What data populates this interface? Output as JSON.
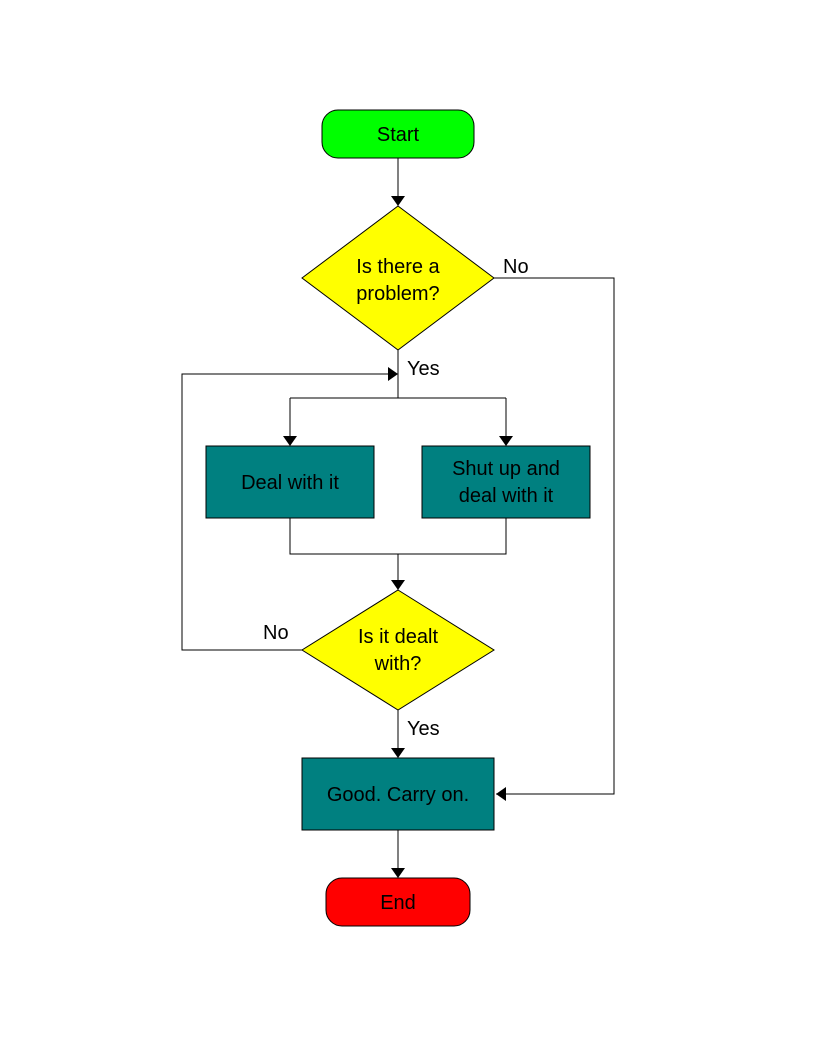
{
  "diagram": {
    "type": "flowchart",
    "nodes": {
      "start": {
        "text": [
          "Start"
        ],
        "shape": "rounded-rectangle",
        "color": "#00ff00"
      },
      "problem": {
        "text": [
          "Is there a",
          "problem?"
        ],
        "shape": "diamond",
        "color": "#ffff00"
      },
      "deal": {
        "text": [
          "Deal with it"
        ],
        "shape": "rectangle",
        "color": "#008080"
      },
      "shut": {
        "text": [
          "Shut up and",
          "deal with it"
        ],
        "shape": "rectangle",
        "color": "#008080"
      },
      "dealt": {
        "text": [
          "Is it dealt",
          "with?"
        ],
        "shape": "diamond",
        "color": "#ffff00"
      },
      "good": {
        "text": [
          "Good. Carry on."
        ],
        "shape": "rectangle",
        "color": "#008080"
      },
      "end": {
        "text": [
          "End"
        ],
        "shape": "rounded-rectangle",
        "color": "#ff0000"
      }
    },
    "edges": [
      {
        "from": "start",
        "to": "problem",
        "label": ""
      },
      {
        "from": "problem",
        "to": "deal",
        "label": "Yes"
      },
      {
        "from": "problem",
        "to": "shut",
        "label": ""
      },
      {
        "from": "problem",
        "to": "good",
        "label": "No"
      },
      {
        "from": "deal",
        "to": "dealt",
        "label": ""
      },
      {
        "from": "shut",
        "to": "dealt",
        "label": ""
      },
      {
        "from": "dealt",
        "to": "deal",
        "label": "No"
      },
      {
        "from": "dealt",
        "to": "good",
        "label": "Yes"
      },
      {
        "from": "good",
        "to": "end",
        "label": ""
      }
    ]
  }
}
